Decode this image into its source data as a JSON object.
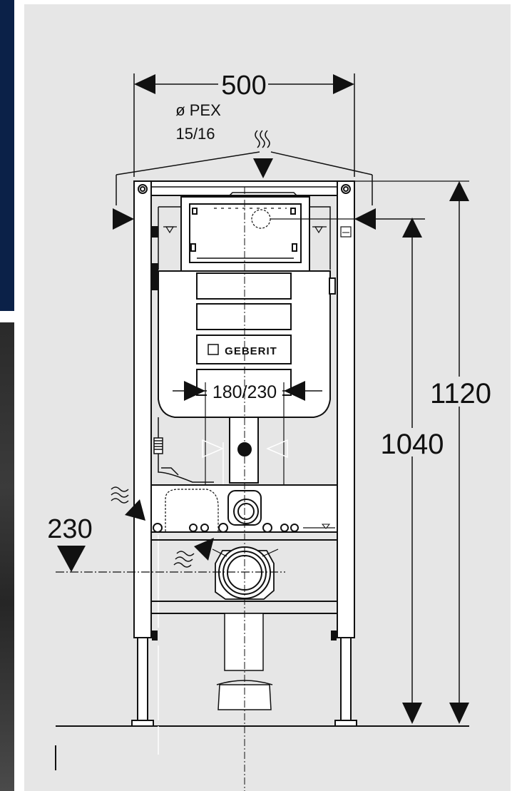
{
  "labels": {
    "width_total": "500",
    "supply_line_1": "ø PEX",
    "supply_line_2": "15/16",
    "brand": "GEBERIT",
    "bolt_spacing": "180/230",
    "height_total": "1120",
    "height_inner": "1040",
    "drain_height": "230"
  },
  "colors": {
    "line": "#111111",
    "panel": "#e6e6e6",
    "navy": "#0b2148"
  },
  "icons": {
    "water_supply": "water-wave-icon",
    "water_level": "water-level-triangle-icon",
    "wall_connector": "wall-connector-icon"
  }
}
